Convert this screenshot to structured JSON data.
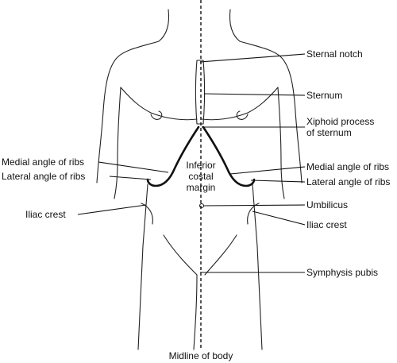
{
  "labels": {
    "sternal_notch": "Sternal notch",
    "sternum": "Sternum",
    "xiphoid_line1": "Xiphoid process",
    "xiphoid_line2": "of sternum",
    "medial_angle_left": "Medial angle of ribs",
    "lateral_angle_left": "Lateral angle of ribs",
    "medial_angle_right": "Medial angle of ribs",
    "lateral_angle_right": "Lateral angle of ribs",
    "inferior_line1": "Inferior",
    "inferior_line2": "costal",
    "inferior_line3": "margin",
    "umbilicus": "Umbilicus",
    "iliac_crest_left": "Iliac crest",
    "iliac_crest_right": "Iliac crest",
    "symphysis_pubis": "Symphysis pubis",
    "midline": "Midline of body"
  }
}
